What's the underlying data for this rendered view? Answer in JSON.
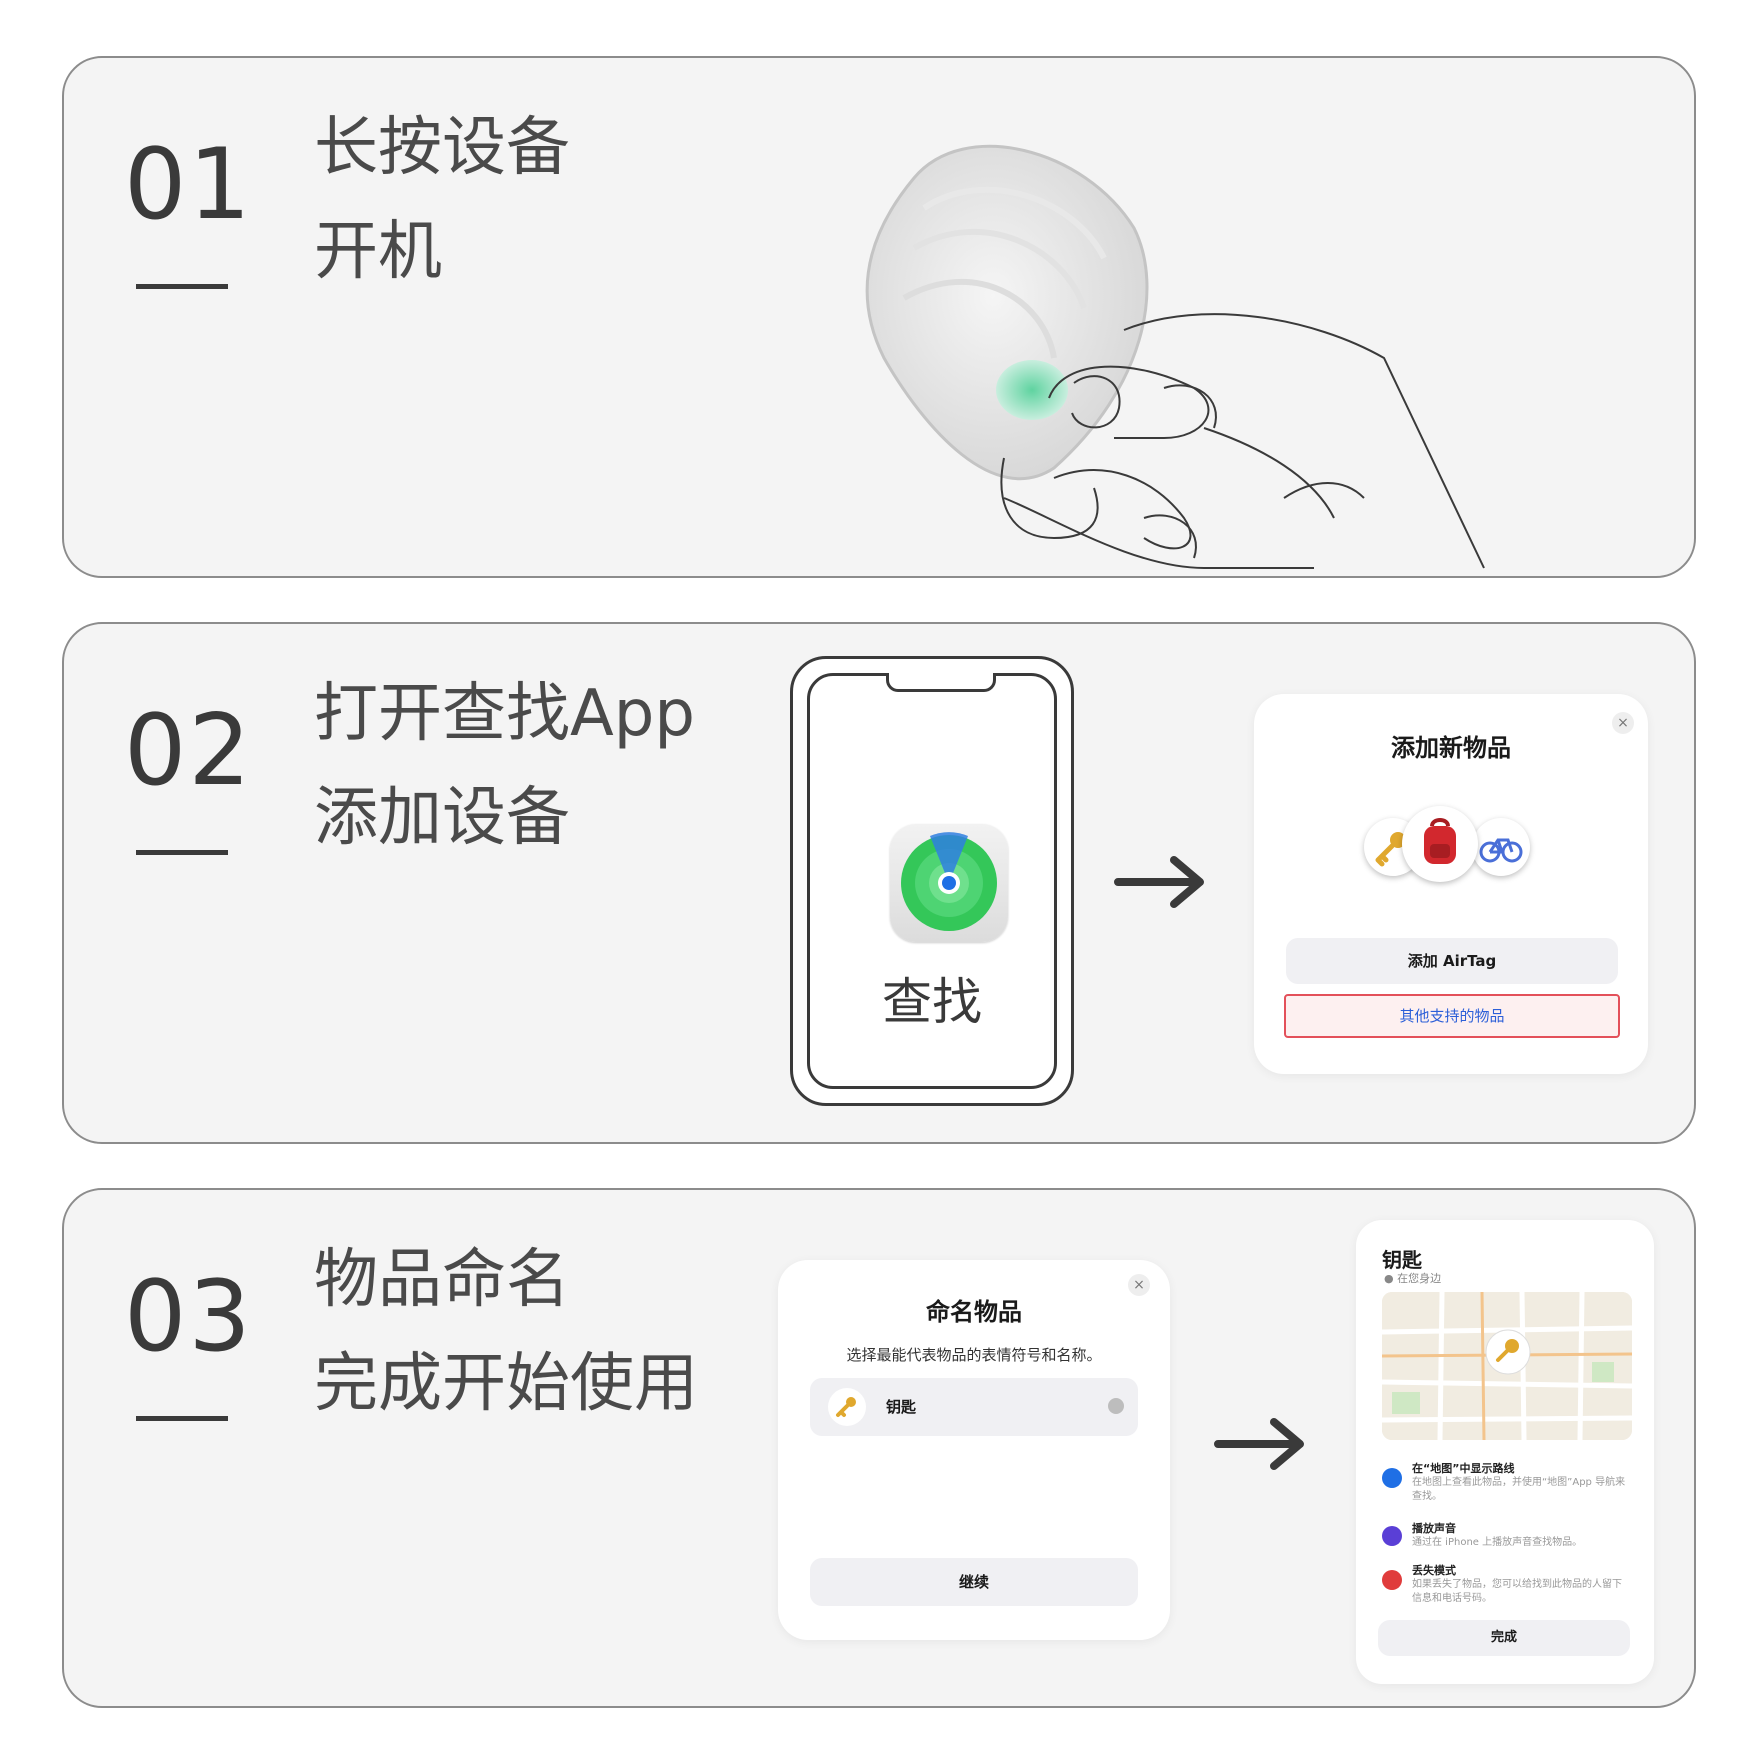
{
  "steps": [
    {
      "number": "01",
      "lines": [
        "长按设备",
        "开机"
      ]
    },
    {
      "number": "02",
      "lines": [
        "打开查找App",
        "添加设备"
      ]
    },
    {
      "number": "03",
      "lines": [
        "物品命名",
        "完成开始使用"
      ]
    }
  ],
  "phone": {
    "app_label": "查找"
  },
  "add_dialog": {
    "title": "添加新物品",
    "close": "×",
    "primary_button": "添加 AirTag",
    "secondary_button": "其他支持的物品",
    "icons": [
      "key-icon",
      "backpack-icon",
      "bicycle-icon"
    ]
  },
  "name_dialog": {
    "title": "命名物品",
    "close": "×",
    "subtitle": "选择最能代表物品的表情符号和名称。",
    "input_value": "钥匙",
    "continue_button": "继续"
  },
  "item_screen": {
    "title": "钥匙",
    "status": "在您身边",
    "features": [
      {
        "title": "在“地图”中显示路线",
        "desc": "在地图上查看此物品，并使用“地图”App 导航来查找。",
        "color": "#1f6fe5"
      },
      {
        "title": "播放声音",
        "desc": "通过在 iPhone 上播放声音查找物品。",
        "color": "#5a3fd6"
      },
      {
        "title": "丢失模式",
        "desc": "如果丢失了物品，您可以给找到此物品的人留下信息和电话号码。",
        "color": "#e03c3c"
      }
    ],
    "done_button": "完成"
  },
  "colors": {
    "panel_bg": "#f4f4f4",
    "panel_border": "#8c8c8c",
    "text": "#3a3a3a",
    "findmy_green": "#34c759",
    "link_blue": "#2c5fd8",
    "alert_red": "#e3505a"
  }
}
